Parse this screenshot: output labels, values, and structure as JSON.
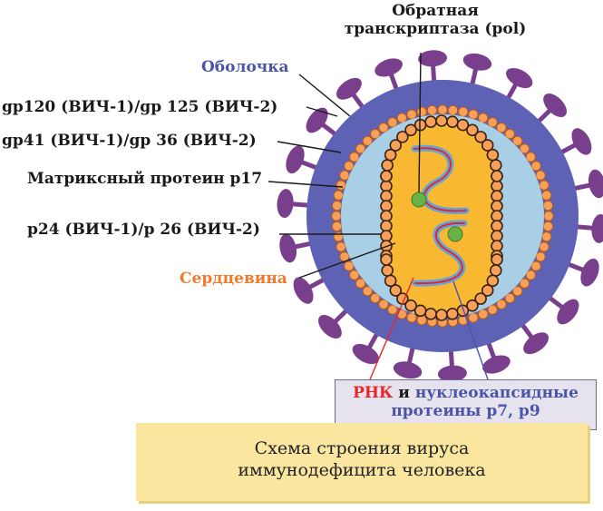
{
  "labels": {
    "reverse_transcriptase": "Обратная\nтранскриптаза (pol)",
    "envelope": "Оболочка",
    "gp120": "gp120 (ВИЧ-1)/gp 125 (ВИЧ-2)",
    "gp41": "gp41 (ВИЧ-1)/gp 36 (ВИЧ-2)",
    "matrix": "Матриксный протеин р17",
    "p24": "р24 (ВИЧ-1)/р 26 (ВИЧ-2)",
    "core": "Сердцевина",
    "rna": "РНК",
    "and": " и ",
    "nucleocapsid": "нуклеокапсидные",
    "nucleocapsid_line2": "протеины р7, р9"
  },
  "caption": "Схема строения вируса иммунодефицита человека",
  "colors": {
    "envelope": "#5e62b5",
    "matrix_fill": "#a9cfe6",
    "bead": "#f6a05a",
    "core_fill": "#f8b832",
    "spike": "#7a3f8c",
    "rna": "#e8252a",
    "nucleocapsid": "#5ea6dc",
    "enzyme": "#68b248",
    "caption_bg": "#fbe6a0",
    "label_box_bg": "#e6e3ee"
  }
}
